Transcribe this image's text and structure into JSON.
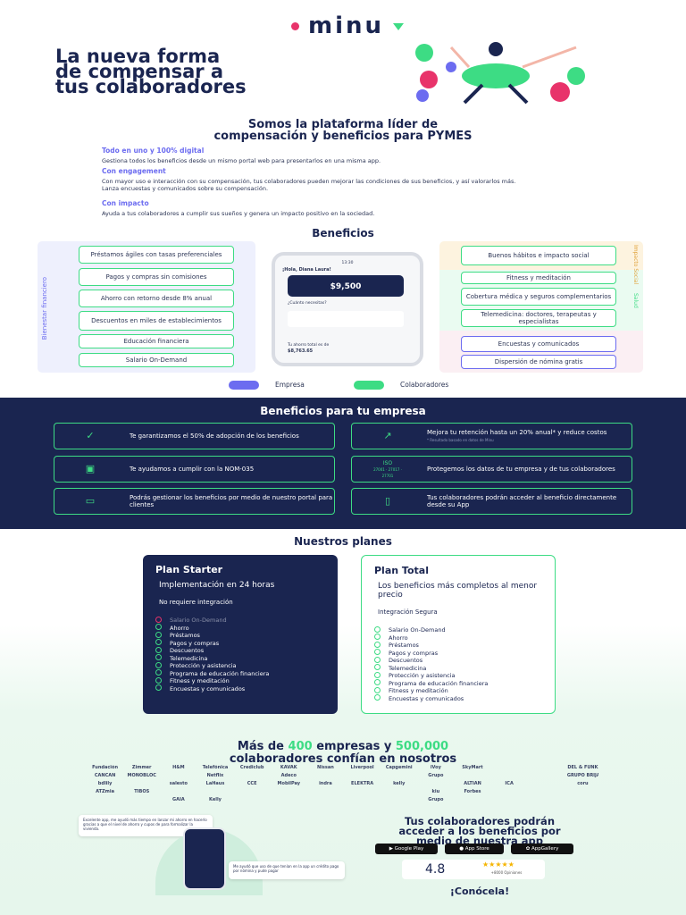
{
  "brand": {
    "name": "minu",
    "accent_pink": "#e8336a",
    "accent_green": "#3ddc84",
    "accent_purple": "#6c6cf0",
    "navy": "#1a2550"
  },
  "hero": {
    "title_line1": "La nueva forma",
    "title_line2": "de compensar a",
    "title_line3": "tus colaboradores"
  },
  "intro": {
    "title_line1": "Somos la plataforma líder de",
    "title_line2": "compensación y beneficios para PYMES",
    "features": [
      {
        "heading": "Todo en uno y 100% digital",
        "text": "Gestiona todos los beneficios desde un mismo portal web para presentarlos en una misma app."
      },
      {
        "heading": "Con engagement",
        "text": "Con mayor uso e interacción con su compensación, tus colaboradores pueden mejorar las condiciones de sus beneficios, y así valorarlos más.",
        "text2": "Lanza encuestas y comunicados sobre su compensación."
      },
      {
        "heading": "Con impacto",
        "text": "Ayuda a tus colaboradores a cumplir sus sueños y genera un impacto positivo en la sociedad."
      }
    ]
  },
  "beneficios": {
    "title": "Beneficios",
    "left_label": "Bienestar financiero",
    "left_items": [
      "Préstamos ágiles con tasas preferenciales",
      "Pagos y compras sin comisiones",
      "Ahorro con retorno desde 8% anual",
      "Descuentos en miles de establecimientos",
      "Educación financiera",
      "Salario On-Demand"
    ],
    "right_label_top": "Impacto Social",
    "right_label_mid": "Salud",
    "right_items": [
      "Buenos hábitos e impacto social",
      "Fitness y meditación",
      "Cobertura médica y seguros complementarios",
      "Telemedicina: doctores, terapeutas y especialistas",
      "Encuestas y comunicados",
      "Dispersión de nómina gratis"
    ],
    "phone": {
      "greeting": "¡Hola, Diana Laura!",
      "question": "¿Cuánto necesitas?",
      "amount": "$9,500",
      "balance_label": "Tu ahorro total es de",
      "balance": "$8,763.65",
      "time": "13:30"
    },
    "legend": {
      "empresa": "Empresa",
      "colaboradores": "Colaboradores"
    }
  },
  "empresa": {
    "title": "Beneficios para tu empresa",
    "items": [
      {
        "icon": "check-shield-icon",
        "text": "Te garantizamos el 50% de adopción de los beneficios"
      },
      {
        "icon": "trend-up-icon",
        "text": "Mejora tu retención hasta un 20% anual* y reduce costos",
        "footnote": "* Resultado basado en datos de Minu"
      },
      {
        "icon": "document-icon",
        "text": "Te ayudamos a cumplir con la NOM-035"
      },
      {
        "icon": "iso-icon",
        "badge": "ISO",
        "badge_sub": "27001 · 27017 · 27701",
        "text": "Protegemos los datos de tu empresa y de tus colaboradores"
      },
      {
        "icon": "monitor-icon",
        "text": "Podrás gestionar los beneficios por medio de nuestro portal para clientes"
      },
      {
        "icon": "phone-icon",
        "text": "Tus colaboradores podrán acceder al beneficio directamente desde su App"
      }
    ]
  },
  "planes": {
    "title": "Nuestros planes",
    "starter": {
      "name": "Plan Starter",
      "desc": "Implementación en 24 horas",
      "note": "No requiere integración",
      "disabled": "Salario On-Demand",
      "items": [
        "Ahorro",
        "Préstamos",
        "Pagos y compras",
        "Descuentos",
        "Telemedicina",
        "Protección y asistencia",
        "Programa de educación financiera",
        "Fitness y meditación",
        "Encuestas y comunicados"
      ]
    },
    "total": {
      "name": "Plan Total",
      "desc": "Los beneficios más completos al menor precio",
      "note": "Integración Segura",
      "items": [
        "Salario On-Demand",
        "Ahorro",
        "Préstamos",
        "Pagos y compras",
        "Descuentos",
        "Telemedicina",
        "Protección y asistencia",
        "Programa de educación financiera",
        "Fitness y meditación",
        "Encuestas y comunicados"
      ]
    }
  },
  "trust": {
    "pre": "Más de ",
    "companies": "400",
    "mid": " empresas y ",
    "people": "500,000",
    "line2": "colaboradores confían en nosotros",
    "logos": [
      "Fundación",
      "Zimmer",
      "H&M",
      "Telefónica",
      "Crediclub",
      "KAVAK",
      "Nissan",
      "Liverpool",
      "Capgemini",
      "iVoy",
      "SkyMart",
      "",
      "",
      "DEL & FUNK",
      "CANCAN",
      "MONOBLOC",
      "",
      "Netflix",
      "",
      "Adeco",
      "",
      "",
      "",
      "Grupo",
      "",
      "",
      "",
      "GRUPO BRIJAS",
      "bdlily",
      "",
      "salesto",
      "LaHaus",
      "CCE",
      "MobilPay",
      "indra",
      "ELEKTRA",
      "kelly",
      "",
      "ALTIAN",
      "ICA",
      "",
      "coru",
      "ATZmia",
      "TIBOS",
      "",
      "",
      "",
      "",
      "",
      "",
      "",
      "kiu",
      "Forbes",
      "",
      "",
      "",
      "",
      "",
      "GAIA",
      "Kelly",
      "",
      "",
      "",
      "",
      "",
      "Grupo",
      "",
      "",
      "",
      "",
      "",
      ""
    ]
  },
  "app": {
    "title_line1": "Tus colaboradores podrán",
    "title_line2": "acceder a los beneficios por",
    "title_line3": "medio de nuestra app",
    "stores": [
      "Google Play",
      "App Store",
      "AppGallery"
    ],
    "rating": "4.8",
    "reviews": "+8000 Opiniones",
    "cta": "¡Conócela!",
    "quote1": "Excelente app, me ayudó más tiempo en lanzar mi ahorro en hacerlo gracias a que el nivel de ahorro y cupos de para formalizar la vivienda.",
    "quote2": "Me ayudó que uso de que tenían en la app un crédito pago por nómina y pude pagar"
  }
}
